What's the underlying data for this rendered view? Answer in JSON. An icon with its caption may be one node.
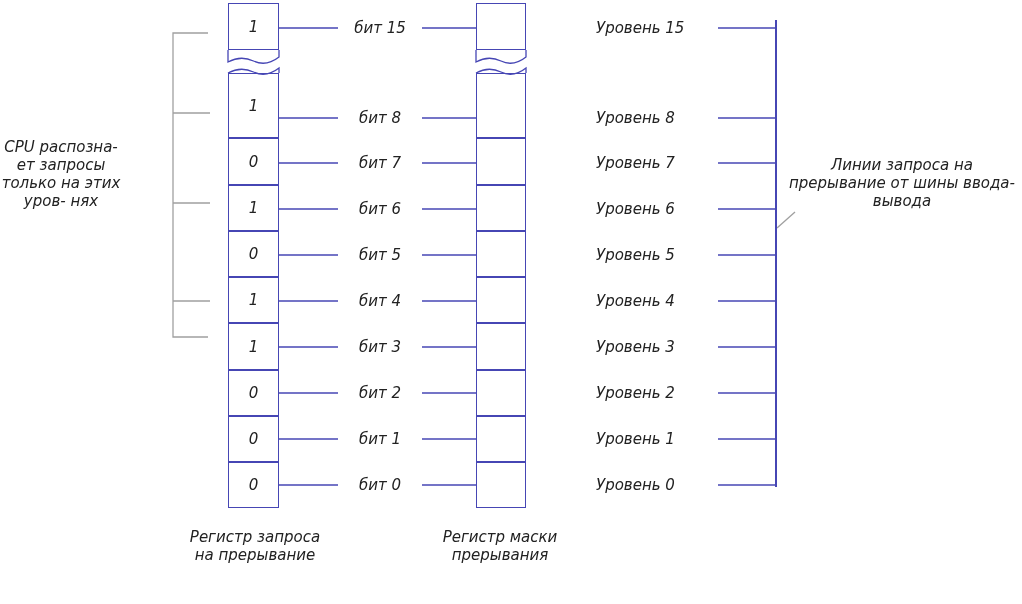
{
  "diagram": {
    "nodes": [
      {
        "text": [
          "1"
        ]
      },
      {
        "text": [
          "бит 15"
        ]
      },
      {
        "text": [],
        "shape": "box"
      },
      {
        "text": [
          "Уровень 15"
        ]
      },
      {
        "text": [
          "1"
        ]
      },
      {
        "text": [
          "бит 8"
        ]
      },
      {
        "text": [],
        "shape": "box"
      },
      {
        "text": [
          "Уровень 8"
        ]
      },
      {
        "text": [
          "0"
        ]
      },
      {
        "text": [
          "бит 7"
        ]
      },
      {
        "text": [],
        "shape": "box"
      },
      {
        "text": [
          "Уровень 7"
        ]
      },
      {
        "text": [
          "1"
        ]
      },
      {
        "text": [
          "бит 6"
        ]
      },
      {
        "text": [],
        "shape": "box"
      },
      {
        "text": [
          "Уровень 6"
        ]
      },
      {
        "text": [
          "0"
        ]
      },
      {
        "text": [
          "бит 5"
        ]
      },
      {
        "text": [],
        "shape": "box"
      },
      {
        "text": [
          "Уровень 5"
        ]
      },
      {
        "text": [
          "1"
        ]
      },
      {
        "text": [
          "бит 4"
        ]
      },
      {
        "text": [],
        "shape": "box"
      },
      {
        "text": [
          "Уровень 4"
        ]
      },
      {
        "text": [
          "1"
        ]
      },
      {
        "text": [
          "бит 3"
        ]
      },
      {
        "text": [],
        "shape": "box"
      },
      {
        "text": [
          "Уровень 3"
        ]
      },
      {
        "text": [
          "0"
        ]
      },
      {
        "text": [
          "бит 2"
        ]
      },
      {
        "text": [],
        "shape": "box"
      },
      {
        "text": [
          "Уровень 2"
        ]
      },
      {
        "text": [
          "0"
        ]
      },
      {
        "text": [
          "бит 1"
        ]
      },
      {
        "text": [],
        "shape": "box"
      },
      {
        "text": [
          "Уровень 1"
        ]
      },
      {
        "text": [
          "0"
        ]
      },
      {
        "text": [
          "бит 0"
        ]
      },
      {
        "text": [],
        "shape": "box"
      },
      {
        "text": [
          "Уровень 0"
        ]
      },
      {
        "text": [],
        "shape": "bar"
      },
      {
        "text": [
          "Линии запроса на прерывание от шины ввода-вывода"
        ]
      }
    ],
    "edges": [
      {
        "from": 0,
        "to": 1,
        "arrow": "none"
      },
      {
        "from": 1,
        "to": 2,
        "arrow": "none"
      },
      {
        "from": 3,
        "to": 40,
        "arrow": "none"
      },
      {
        "from": 4,
        "to": 5,
        "arrow": "none"
      },
      {
        "from": 5,
        "to": 6,
        "arrow": "none"
      },
      {
        "from": 7,
        "to": 40,
        "arrow": "none"
      },
      {
        "from": 8,
        "to": 9,
        "arrow": "none"
      },
      {
        "from": 9,
        "to": 10,
        "arrow": "none"
      },
      {
        "from": 11,
        "to": 40,
        "arrow": "none"
      },
      {
        "from": 12,
        "to": 13,
        "arrow": "none"
      },
      {
        "from": 13,
        "to": 14,
        "arrow": "none"
      },
      {
        "from": 15,
        "to": 40,
        "arrow": "none"
      },
      {
        "from": 16,
        "to": 17,
        "arrow": "none"
      },
      {
        "from": 17,
        "to": 18,
        "arrow": "none"
      },
      {
        "from": 19,
        "to": 40,
        "arrow": "none"
      },
      {
        "from": 20,
        "to": 21,
        "arrow": "none"
      },
      {
        "from": 21,
        "to": 22,
        "arrow": "none"
      },
      {
        "from": 23,
        "to": 40,
        "arrow": "none"
      },
      {
        "from": 24,
        "to": 25,
        "arrow": "none"
      },
      {
        "from": 25,
        "to": 26,
        "arrow": "none"
      },
      {
        "from": 27,
        "to": 40,
        "arrow": "none"
      },
      {
        "from": 28,
        "to": 29,
        "arrow": "none"
      },
      {
        "from": 29,
        "to": 30,
        "arrow": "none"
      },
      {
        "from": 31,
        "to": 40,
        "arrow": "none"
      },
      {
        "from": 32,
        "to": 33,
        "arrow": "none"
      },
      {
        "from": 33,
        "to": 34,
        "arrow": "none"
      },
      {
        "from": 35,
        "to": 40,
        "arrow": "none"
      },
      {
        "from": 36,
        "to": 37,
        "arrow": "none"
      },
      {
        "from": 37,
        "to": 38,
        "arrow": "none"
      },
      {
        "from": 39,
        "to": 40,
        "arrow": "none"
      },
      {
        "from": 41,
        "to": 40,
        "arrow": "none",
        "color": "#a0a0a0"
      }
    ],
    "labels": [
      "CPU распозна- ет запросы только на этих уров- нях",
      "Регистр запроса на прерывание",
      "Регистр маски прерывания"
    ]
  }
}
